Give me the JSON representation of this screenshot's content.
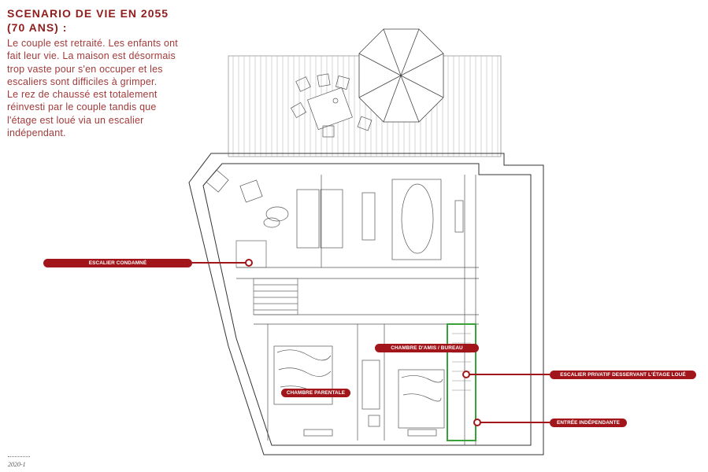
{
  "heading": {
    "line1": "SCENARIO DE VIE EN 2055",
    "line2": "(70 ANS) :"
  },
  "description": {
    "paragraph1": "Le couple est retraité. Les enfants ont fait leur vie. La maison est désormais trop vaste pour s'en occuper et les escaliers sont difficiles à grimper.",
    "paragraph2": "Le rez de chaussé est totalement réinvesti par le couple tandis que l'étage est loué via un escalier indépendant."
  },
  "labels": {
    "escalier_condamne": "ESCALIER CONDAMNÉ",
    "chambre_amis": "CHAMBRE D'AMIS / BUREAU",
    "chambre_parentale": "CHAMBRE PARENTALE",
    "escalier_privatif": "ESCALIER PRIVATIF DESSERVANT L'ÉTAGE LOUÉ",
    "entree_independante": "ENTRÉE INDÉPENDANTE"
  },
  "footer": {
    "year": "2020-1"
  },
  "colors": {
    "accent_red": "#a2161b",
    "title_red": "#8f1d1d",
    "highlight_green": "#3aa13a",
    "line_gray": "#555555"
  }
}
